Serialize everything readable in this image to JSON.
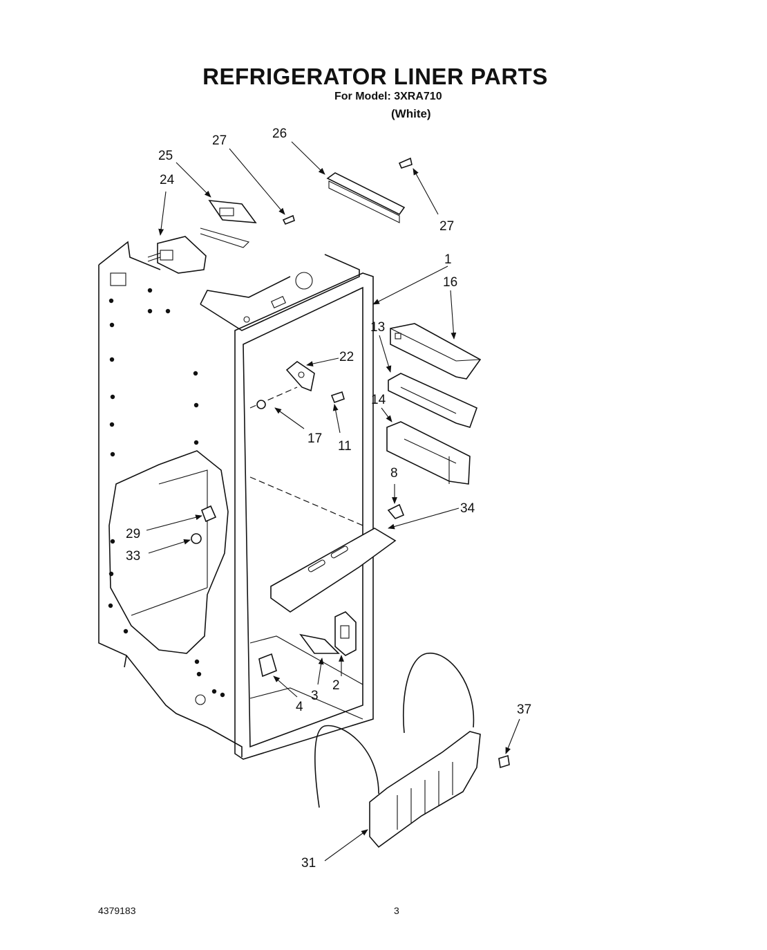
{
  "header": {
    "title": "REFRIGERATOR LINER PARTS",
    "model_line": "For Model: 3XRA710",
    "color": "(White)"
  },
  "callouts": {
    "c1": "1",
    "c2": "2",
    "c3": "3",
    "c4": "4",
    "c8": "8",
    "c11": "11",
    "c13": "13",
    "c14": "14",
    "c16": "16",
    "c17": "17",
    "c22": "22",
    "c24": "24",
    "c25": "25",
    "c26": "26",
    "c27a": "27",
    "c27b": "27",
    "c29": "29",
    "c31": "31",
    "c33": "33",
    "c34": "34",
    "c37": "37"
  },
  "footer": {
    "doc_number": "4379183",
    "page_number": "3"
  }
}
